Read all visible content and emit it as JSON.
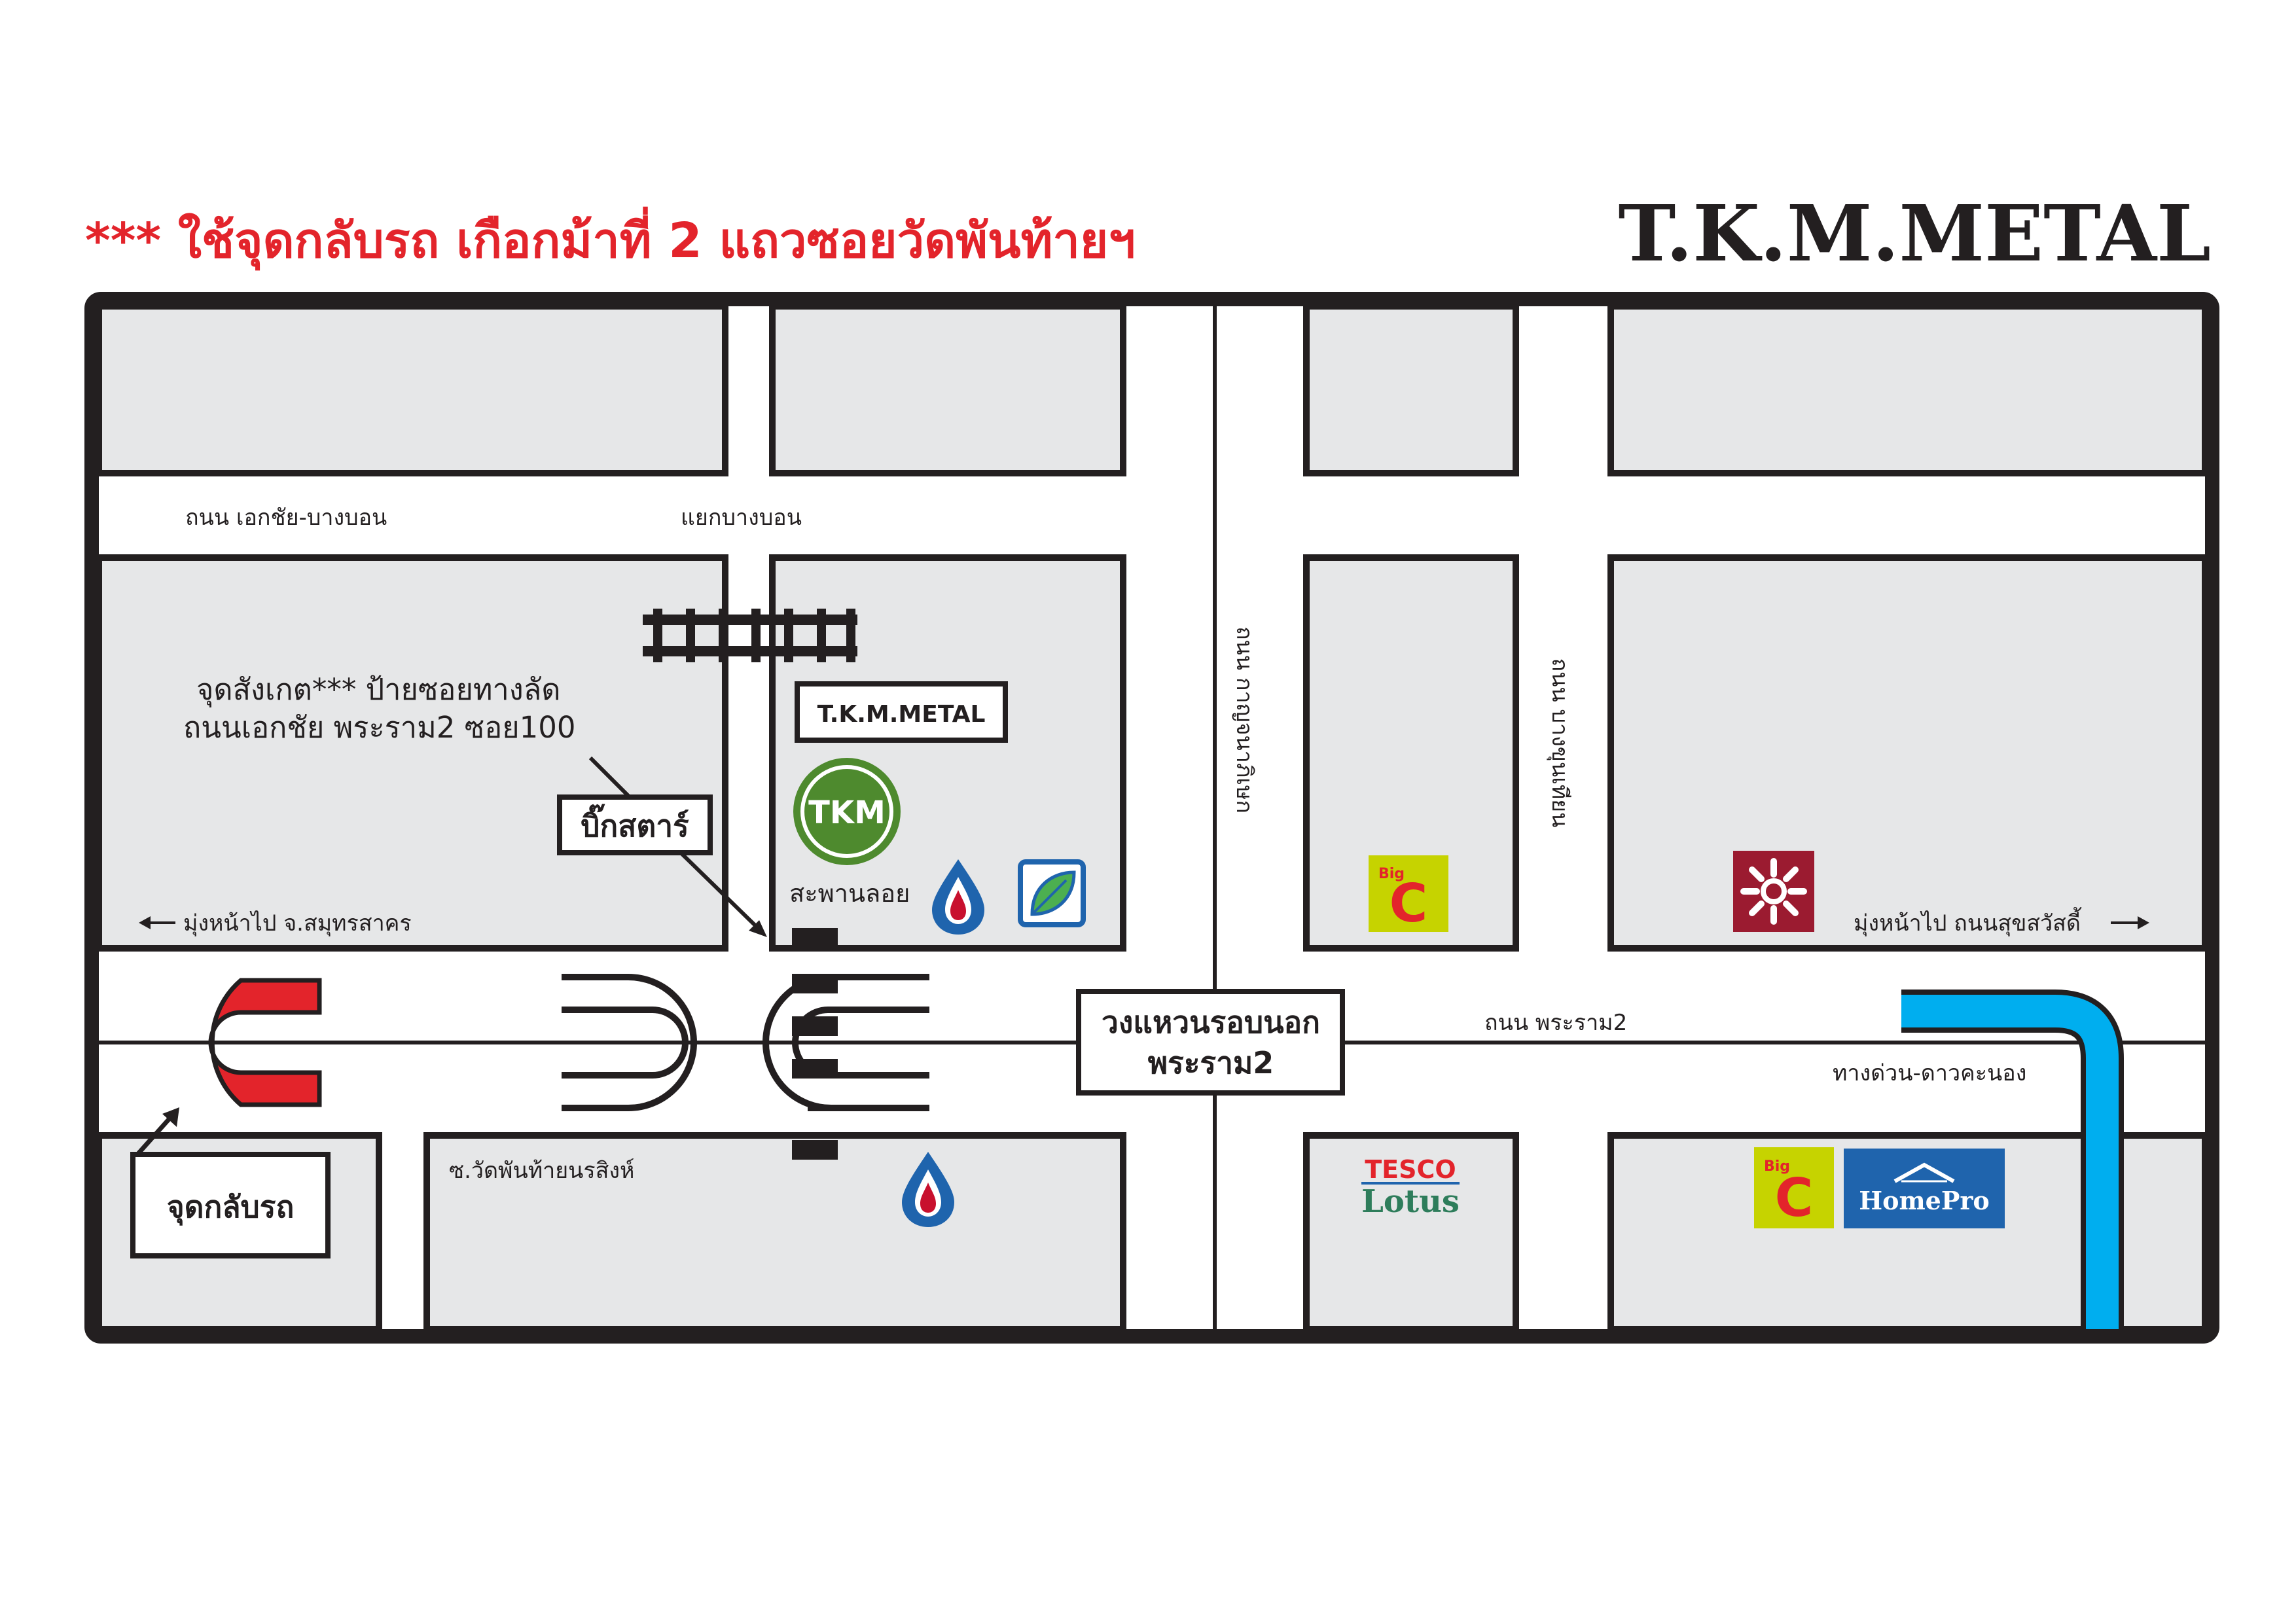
{
  "header": {
    "notice": "*** ใช้จุดกลับรถ เกือกม้าที่ 2 แถวซอยวัดพันท้ายฯ",
    "brand": "T.K.M.METAL"
  },
  "colors": {
    "notice_red": "#e3242b",
    "block_gray": "#e6e7e8",
    "outline": "#231f20",
    "uturn_red": "#e3242b",
    "expressway_blue": "#00aeef",
    "tkm_green": "#4e8a2e",
    "bigc_lime": "#c6d300",
    "homepro_blue": "#1f64ad",
    "tesco_red": "#e3242b",
    "lotus_green": "#2e7d5b",
    "maroon": "#9b1b30"
  },
  "roads": {
    "ekkachai_bangbon": "ถนน เอกชัย-บางบอน",
    "bangbon_junction": "แยกบางบอน",
    "kanchanaphisek": "ถนน กาญจนาภิเษก",
    "bangkhun_thian": "ถนน บางขุนเทียน",
    "rama2": "ถนน พระราม2",
    "soi_wat_phan_thai": "ซ.วัดพันท้ายนรสิงห์",
    "expressway": "ทางด่วน-ดาวคะนอง",
    "to_samut_sakhon": "มุ่งหน้าไป จ.สมุทรสาคร",
    "to_suksawat": "มุ่งหน้าไป ถนนสุขสวัสดี้"
  },
  "labels": {
    "landmark_line1": "จุดสังเกต*** ป้ายซอยทางลัด",
    "landmark_line2": "ถนนเอกชัย พระราม2 ซอย100",
    "big_star": "บิ๊กสตาร์",
    "bridge": "สะพานลอย",
    "tkm_sign": "T.K.M.METAL",
    "tkm_badge": "TKM",
    "ring_line1": "วงแหวนรอบนอก",
    "ring_line2": "พระราม2",
    "uturn": "จุดกลับรถ"
  },
  "logos": {
    "bigc_word": "Big",
    "bigc_letter": "C",
    "tesco": "TESCO",
    "lotus": "Lotus",
    "homepro": "HomePro"
  },
  "icons": {
    "petrol": "ptt-droplet-icon",
    "bangchak": "bangchak-leaf-icon",
    "central": "central-sun-icon",
    "railway": "railway-tracks-icon"
  }
}
